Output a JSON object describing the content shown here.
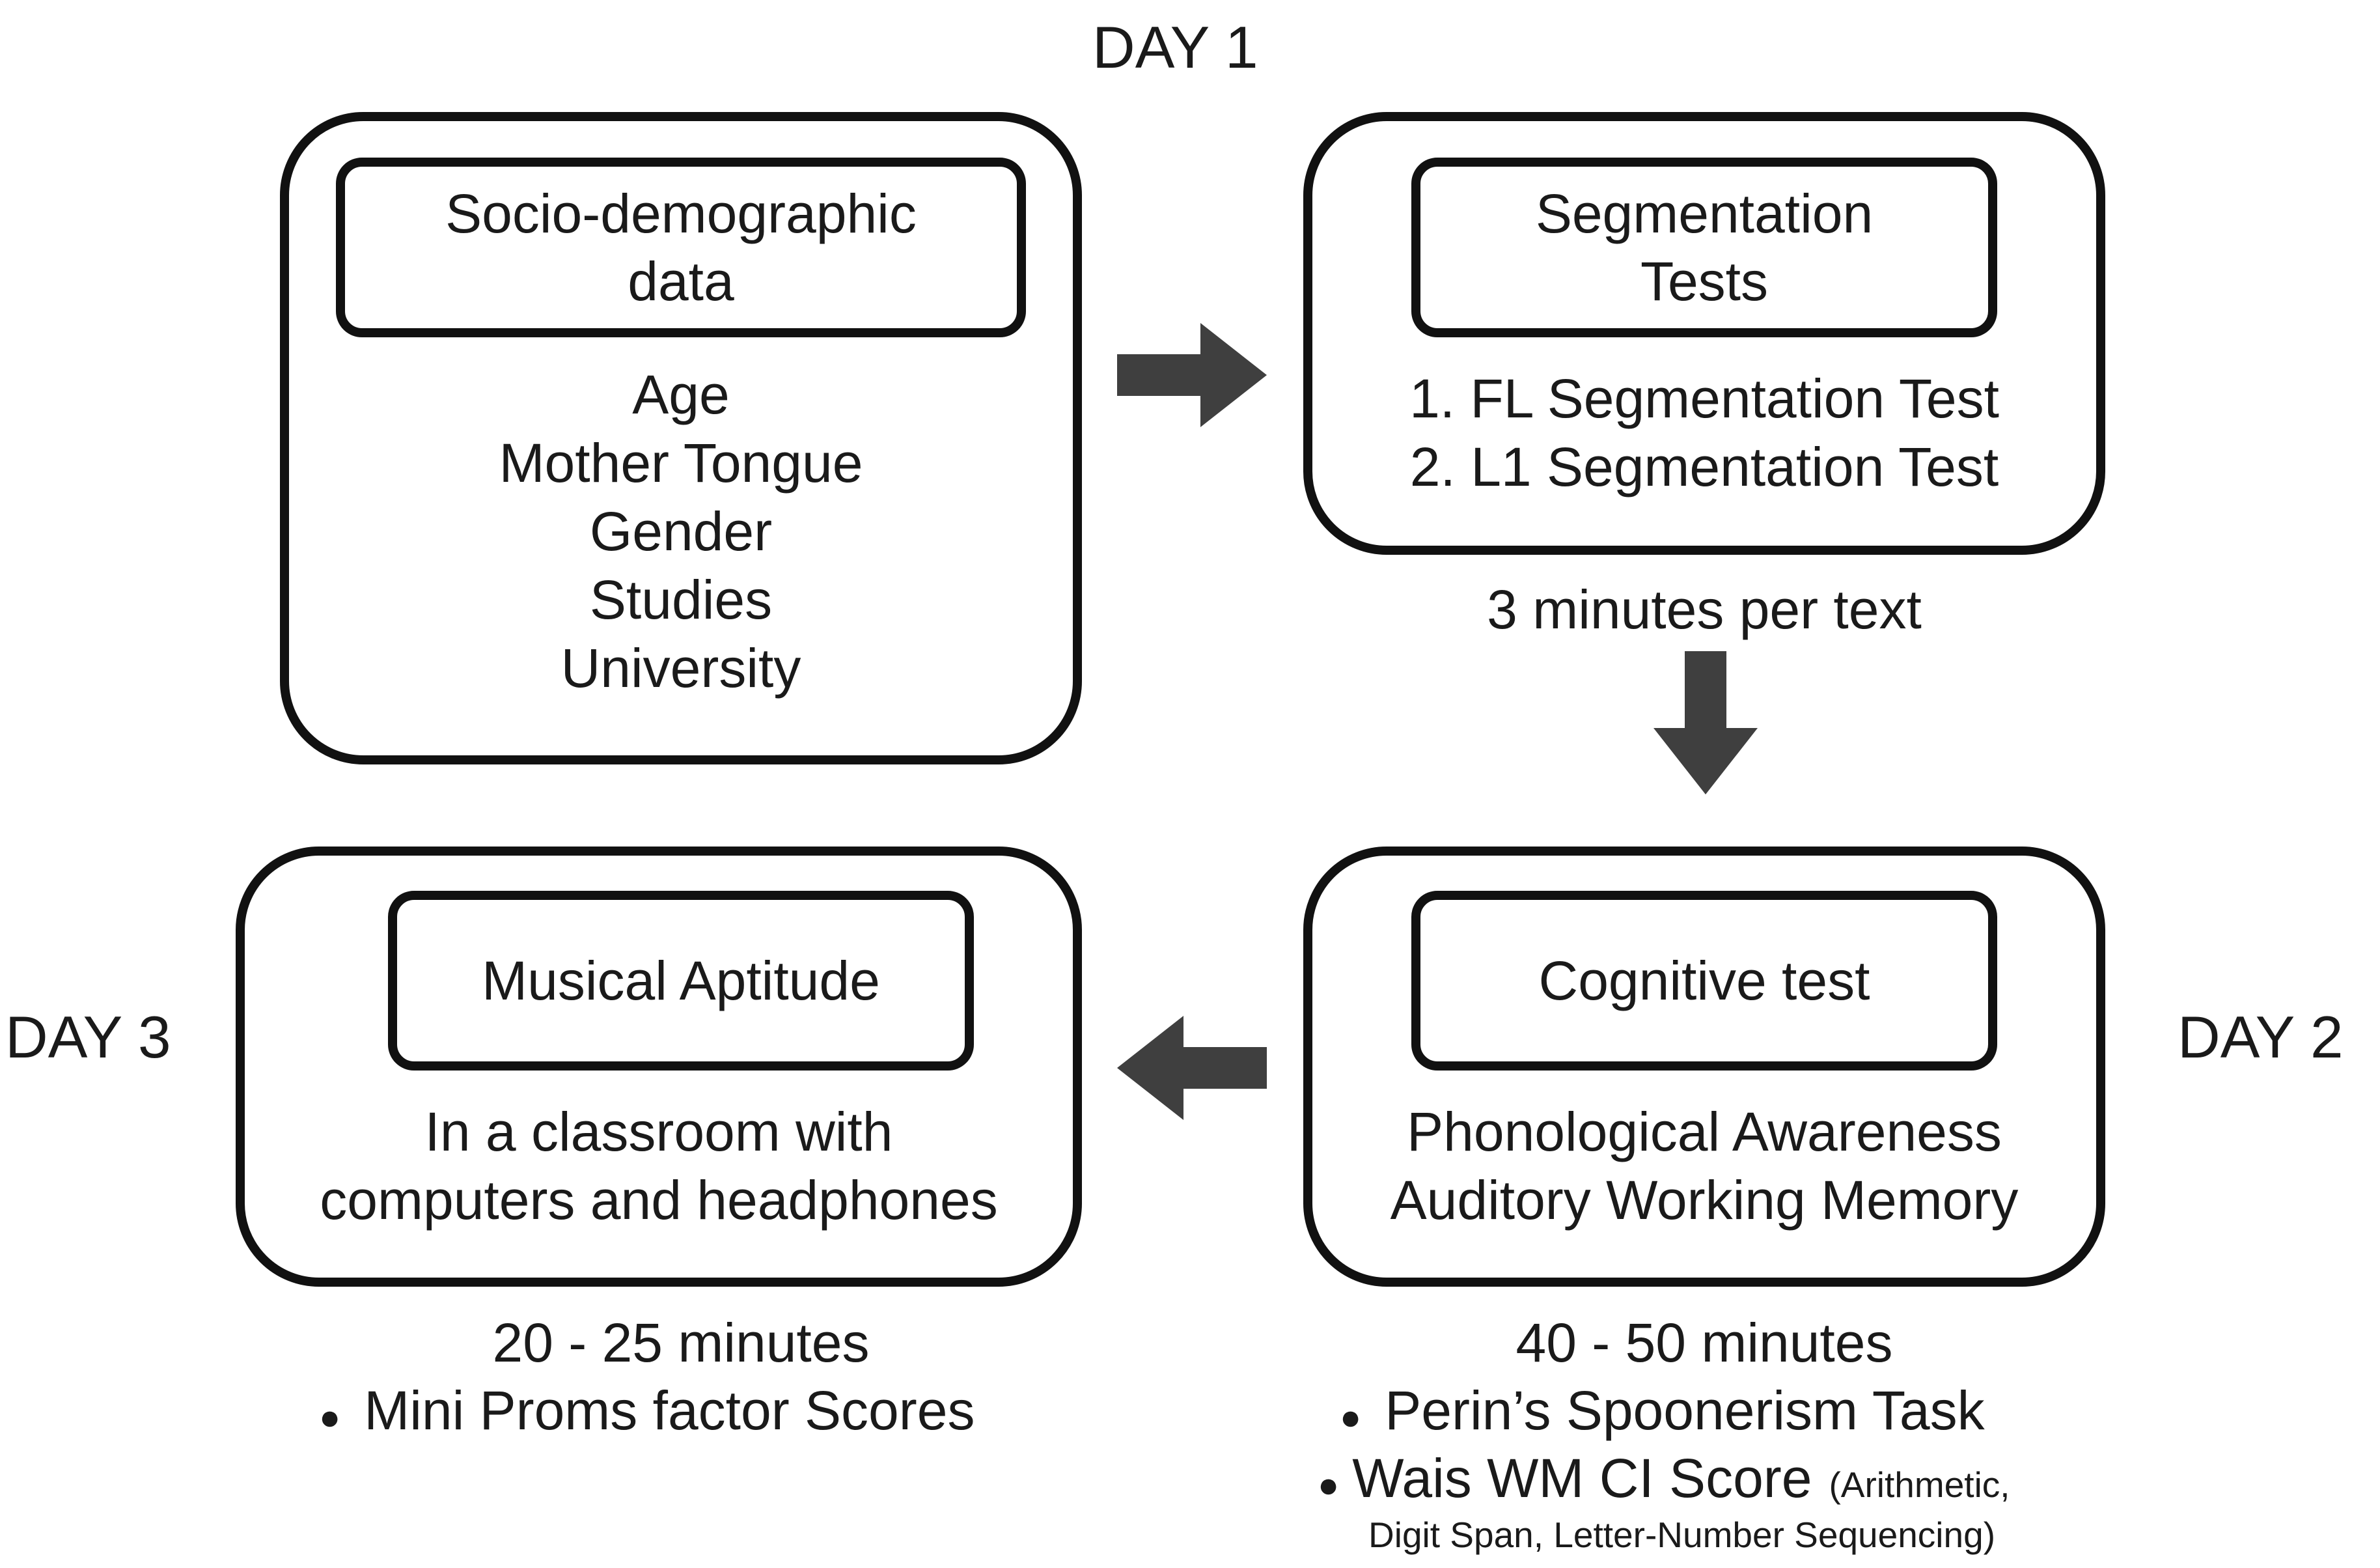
{
  "days": {
    "day1": "DAY 1",
    "day2": "DAY 2",
    "day3": "DAY 3"
  },
  "sociodemographic": {
    "title_lines": [
      "Socio-demographic",
      "data"
    ],
    "items": [
      "Age",
      "Mother Tongue",
      "Gender",
      "Studies",
      "University"
    ]
  },
  "segmentation": {
    "title_lines": [
      "Segmentation",
      "Tests"
    ],
    "items": [
      "1. FL Segmentation Test",
      "2. L1 Segmentation Test"
    ],
    "duration": "3 minutes per text"
  },
  "cognitive": {
    "title": "Cognitive test",
    "items": [
      "Phonological Awareness",
      "Auditory Working Memory"
    ],
    "duration": "40 - 50 minutes",
    "bullet_1": "Perin’s Spoonerism Task",
    "bullet_2_main": "Wais WM CI Score",
    "bullet_2_note_1": "(Arithmetic,",
    "bullet_2_note_2": "Digit Span, Letter-Number Sequencing)"
  },
  "musical": {
    "title": "Musical Aptitude",
    "items": [
      "In a classroom with",
      "computers and headphones"
    ],
    "duration": "20 - 25 minutes",
    "bullet_1": "Mini Proms factor Scores"
  },
  "bullet_symbol": "●",
  "colors": {
    "arrow": "#3f3f3f",
    "border": "#111111",
    "text": "#1a1a1a"
  }
}
